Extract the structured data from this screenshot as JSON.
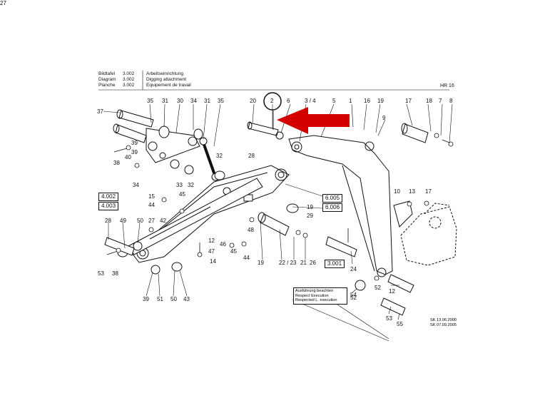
{
  "header": {
    "rows": [
      {
        "label": "Bildtafel",
        "num": "3.002",
        "desc": "Arbeitseinrichtung"
      },
      {
        "label": "Diagram",
        "num": "3.002",
        "desc": "Digging attachment"
      },
      {
        "label": "Planche",
        "num": "3.002",
        "desc": "Equipement de travail"
      }
    ],
    "model": "HR 16"
  },
  "refs": [
    "4.002",
    "4.003",
    "6.005",
    "6.006",
    "3.001"
  ],
  "note": [
    "Ausführung beachten",
    "Respect Execution",
    "Respected L. execution"
  ],
  "footer": [
    "SK 13.06.2000",
    "SK 07.09.2005"
  ],
  "labels": [
    "35",
    "31",
    "30",
    "34",
    "31",
    "35",
    "37",
    "39",
    "40",
    "38",
    "39",
    "34",
    "33",
    "32",
    "32",
    "28",
    "20",
    "2",
    "6",
    "3 / 4",
    "5",
    "1",
    "16",
    "19",
    "17",
    "18",
    "7",
    "8",
    "9",
    "10",
    "13",
    "17",
    "15",
    "45",
    "44",
    "19",
    "29",
    "28",
    "49",
    "50",
    "27",
    "42",
    "48",
    "12",
    "47",
    "14",
    "46",
    "44",
    "45",
    "19",
    "22 / 23",
    "21",
    "26",
    "24",
    "52",
    "12",
    "54",
    "52",
    "53",
    "55",
    "53",
    "38",
    "39",
    "51",
    "50",
    "43",
    "27"
  ],
  "colors": {
    "ink": "#111111",
    "arrow": "#d40000"
  }
}
